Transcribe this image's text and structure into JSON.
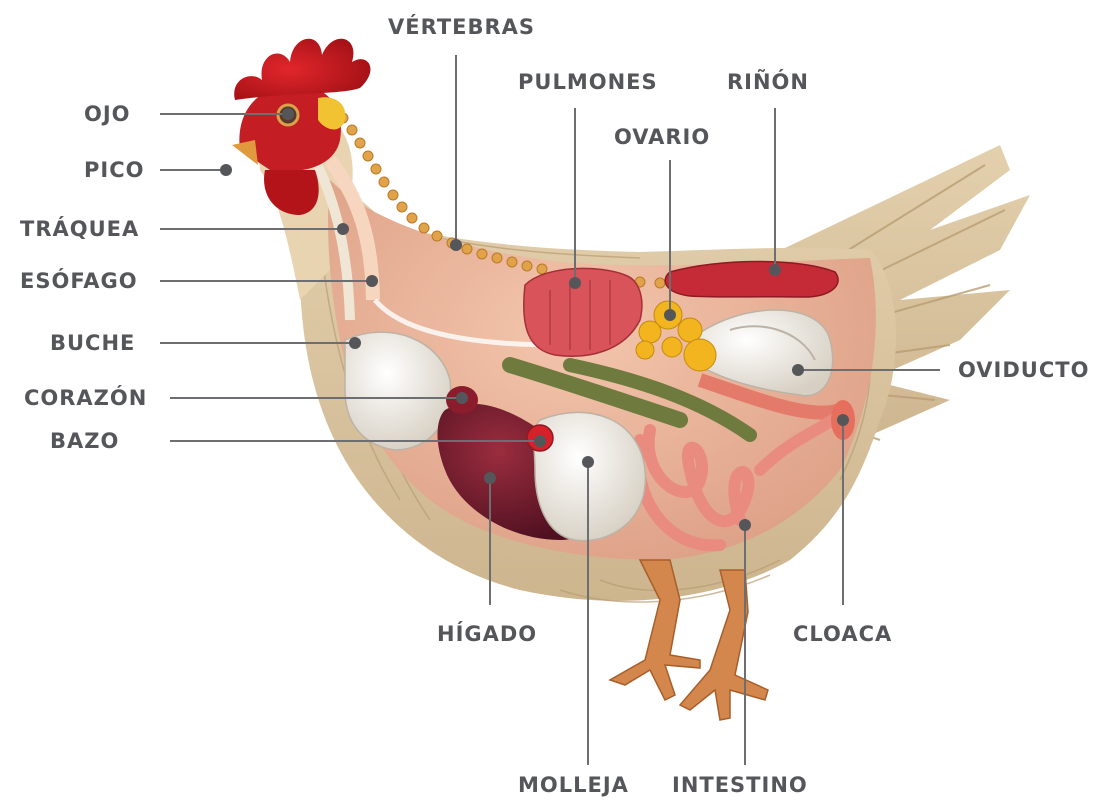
{
  "labels": {
    "ojo": "OJO",
    "pico": "PICO",
    "traquea": "TRÁQUEA",
    "esofago": "ESÓFAGO",
    "buche": "BUCHE",
    "corazon": "CORAZÓN",
    "bazo": "BAZO",
    "vertebras": "VÉRTEBRAS",
    "pulmones": "PULMONES",
    "ovario": "OVARIO",
    "rinon": "RIÑÓN",
    "oviducto": "OVIDUCTO",
    "higado": "HÍGADO",
    "molleja": "MOLLEJA",
    "intestino": "INTESTINO",
    "cloaca": "CLOACA"
  },
  "colors": {
    "label_text": "#55565a",
    "leader_line": "#6d6e71",
    "feathers": "#d9c3a0",
    "body_cavity": "#eab59a",
    "comb": "#c0161d",
    "legs": "#d4874c"
  }
}
